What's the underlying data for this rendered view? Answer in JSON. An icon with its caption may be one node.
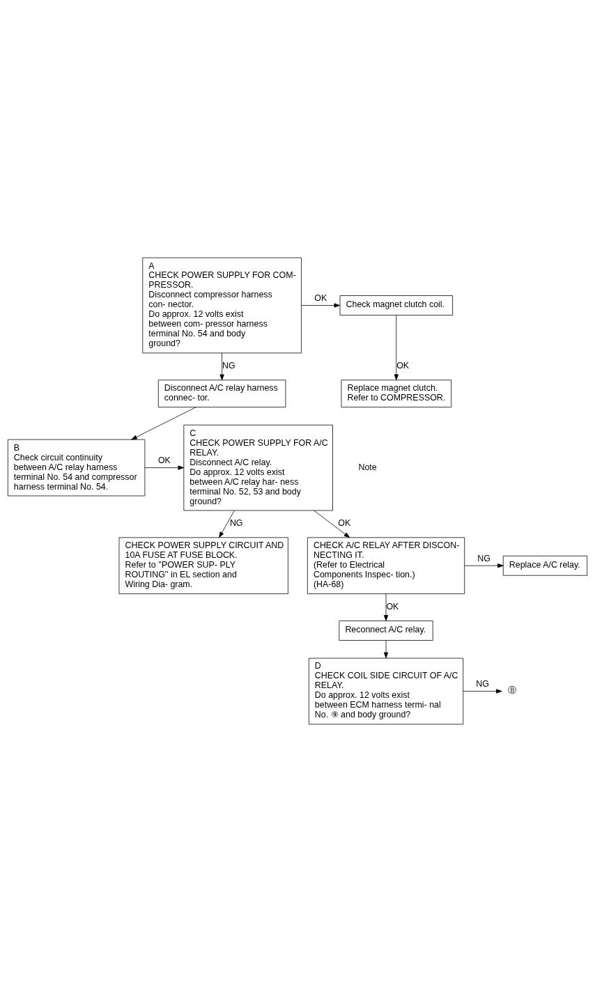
{
  "diagram": {
    "nodes": [
      {
        "text": [
          "A",
          "CHECK POWER SUPPLY FOR COM- PRESSOR.",
          "Disconnect compressor harness con- nector.",
          "Do approx. 12 volts exist between com- pressor harness terminal No. 54 and body ground?"
        ]
      },
      {
        "text": [
          "Check magnet clutch coil."
        ]
      },
      {
        "text": [
          "Replace magnet clutch.",
          "Refer to COMPRESSOR."
        ]
      },
      {
        "text": [
          "Disconnect A/C relay harness connec- tor."
        ]
      },
      {
        "text": [
          "B",
          "Check circuit continuity between A/C relay harness terminal No. 54 and compressor harness terminal No. 54."
        ]
      },
      {
        "text": [
          "C",
          "CHECK POWER SUPPLY FOR A/C RELAY.",
          "Disconnect A/C relay.",
          "Do approx. 12 volts exist between A/C relay har- ness terminal No. 52, 53 and body ground?"
        ]
      },
      {
        "text": [
          "CHECK POWER SUPPLY CIRCUIT AND 10A FUSE AT FUSE BLOCK.",
          "Refer to ''POWER SUP- PLY ROUTING'' in EL section and Wiring Dia- gram."
        ]
      },
      {
        "text": [
          "CHECK A/C RELAY AFTER DISCON- NECTING IT.",
          "(Refer to Electrical Components Inspec- tion.) (HA-68)"
        ]
      },
      {
        "text": [
          "Replace A/C relay."
        ]
      },
      {
        "text": [
          "Reconnect A/C relay."
        ]
      },
      {
        "text": [
          "D",
          "CHECK COIL SIDE CIRCUIT OF A/C RELAY.",
          "Do approx. 12 volts exist between ECM harness termi- nal No. ⑨ and body ground?"
        ]
      },
      {
        "text": [
          "Ⓑ"
        ]
      }
    ],
    "edges": [
      {
        "from": 0,
        "to": 1,
        "arrow": "to",
        "label": "OK"
      },
      {
        "from": 1,
        "to": 2,
        "arrow": "to",
        "label": "OK"
      },
      {
        "from": 0,
        "to": 3,
        "arrow": "to",
        "label": "NG"
      },
      {
        "from": 3,
        "to": 4,
        "arrow": "to"
      },
      {
        "from": 4,
        "to": 5,
        "arrow": "to",
        "label": "OK"
      },
      {
        "from": 5,
        "to": 7,
        "arrow": "to",
        "label": "OK"
      },
      {
        "from": 5,
        "to": 6,
        "arrow": "to",
        "label": "NG"
      },
      {
        "from": 7,
        "to": 8,
        "arrow": "to",
        "label": "NG"
      },
      {
        "from": 7,
        "to": 9,
        "arrow": "to",
        "label": "OK"
      },
      {
        "from": 9,
        "to": 10,
        "arrow": "to"
      },
      {
        "from": 10,
        "to": 11,
        "arrow": "to",
        "label": "NG"
      }
    ],
    "labels": [
      "Note"
    ]
  }
}
